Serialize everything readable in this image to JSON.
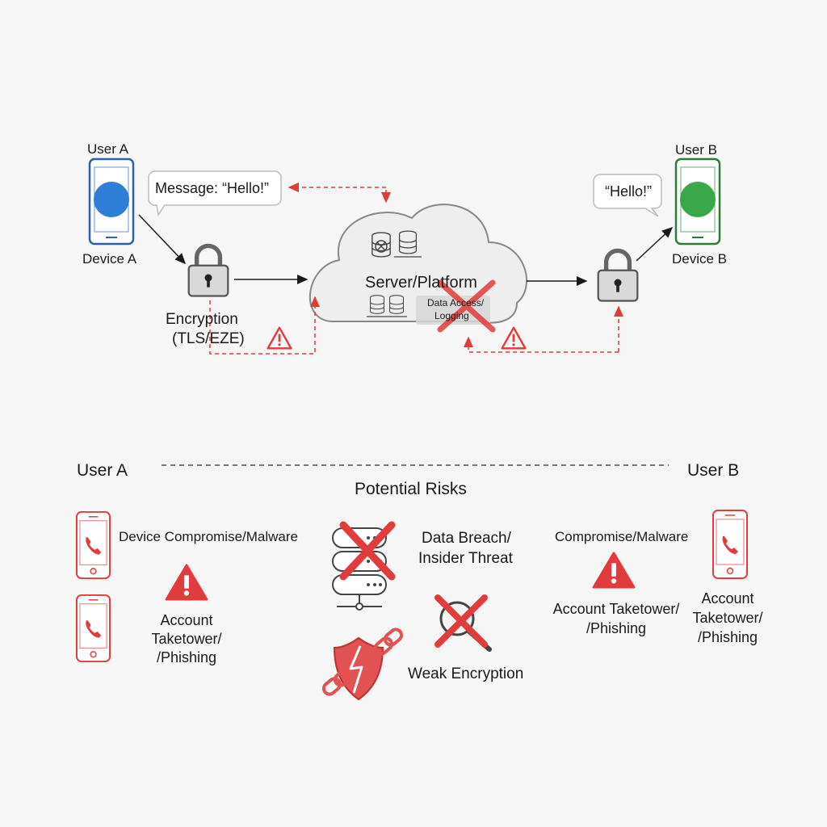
{
  "top": {
    "user_a": {
      "name": "User A",
      "device": "Device A",
      "color": "#2f7fd8"
    },
    "user_b": {
      "name": "User B",
      "device": "Device B",
      "color": "#3aa84a"
    },
    "message_a": "Message: “Hello!”",
    "message_b": "“Hello!”",
    "encryption_line1": "Encryption",
    "encryption_line2": "(TLS/EZE)",
    "server_label": "Server/Platform",
    "data_access_line1": "Data Access/",
    "data_access_line2": "Logging"
  },
  "risks": {
    "user_a": "User A",
    "user_b": "User B",
    "title": "Potential Risks",
    "device_compromise": "Device Compromise/Malware",
    "account_takeover_a_l1": "Account",
    "account_takeover_a_l2": "Taketower/",
    "account_takeover_a_l3": "/Phishing",
    "data_breach_l1": "Data Breach/",
    "data_breach_l2": "Insider Threat",
    "weak_encryption": "Weak Encryption",
    "compromise_b": "Compromise/Malware",
    "takeover_b_mid_l1": "Account Taketower/",
    "takeover_b_mid_l2": "/Phishing",
    "takeover_b_right_l1": "Account",
    "takeover_b_right_l2": "Taketower/",
    "takeover_b_right_l3": "/Phishing"
  },
  "colors": {
    "risk_red": "#e23b3b",
    "line": "#1a1a1a",
    "cloud_fill": "#eeeeee",
    "lock_fill": "#d9d9d9"
  },
  "icons": [
    "phone-icon",
    "lock-icon",
    "cloud-icon",
    "database-icon",
    "warning-icon",
    "server-stack-icon",
    "magnifier-icon",
    "shield-icon",
    "chain-link-icon",
    "cross-icon"
  ]
}
